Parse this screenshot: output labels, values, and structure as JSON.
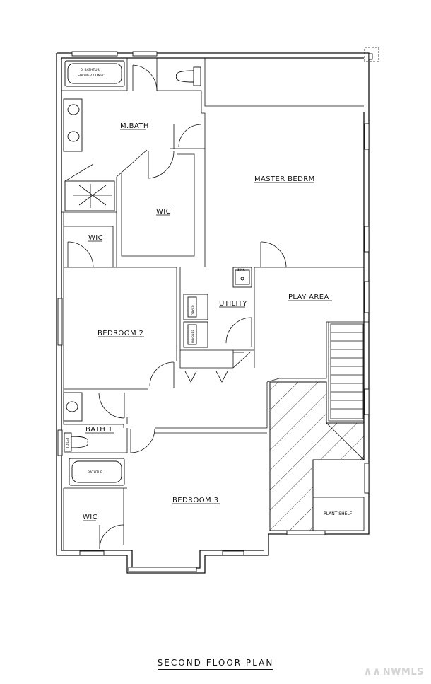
{
  "plan_title": "SECOND FLOOR PLAN",
  "watermark": {
    "symbol": "∧∧",
    "text": "NWMLS"
  },
  "rooms": {
    "master_bath": "M.BATH",
    "master_bedroom": "MASTER BEDRM",
    "master_closet": "WIC",
    "closet_2": "WIC",
    "utility": "UTILITY",
    "play_area": "PLAY AREA",
    "bedroom_2": "BEDROOM 2",
    "bath_1": "BATH 1",
    "bedroom_3": "BEDROOM 3",
    "closet_3": "WIC",
    "plant_shelf": "PLANT SHELF"
  },
  "fixtures": {
    "tub_combo_line1": "6' BATHTUB/",
    "tub_combo_line2": "SHOWER COMBO",
    "bathtub": "BATHTUB",
    "dryer": "DRYER",
    "washer": "WASHER",
    "toilet": "TOILET",
    "sink": "SINK"
  },
  "colors": {
    "line": "#111111",
    "background": "#ffffff",
    "watermark": "#d4d4d4"
  }
}
